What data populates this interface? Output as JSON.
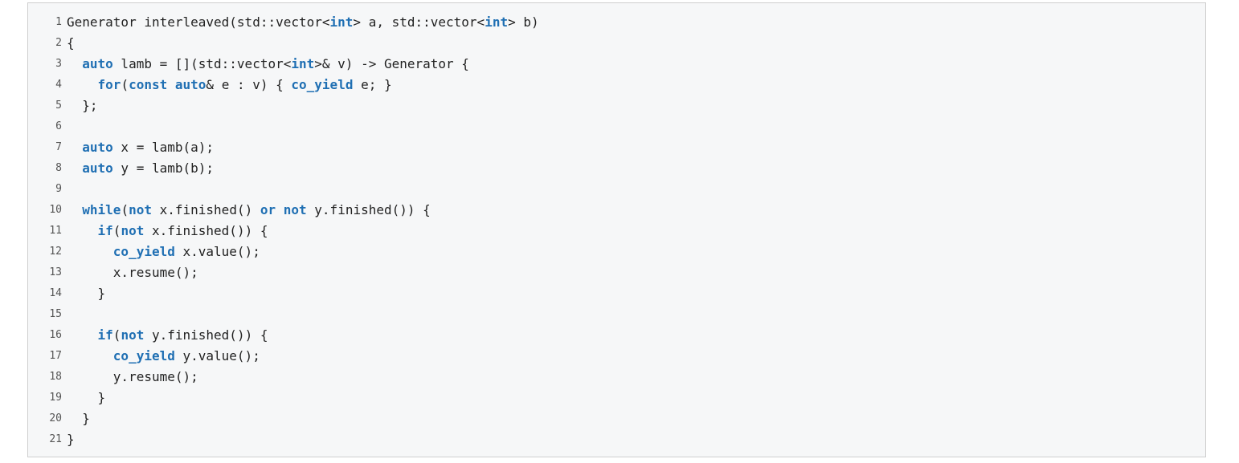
{
  "colors": {
    "panel_background": "#f6f7f8",
    "panel_border": "#cfcfcf",
    "keyword": "#1f6fb3",
    "text": "#222222",
    "line_number": "#555555"
  },
  "code": {
    "language": "cpp",
    "lines": [
      {
        "number": "1",
        "tokens": [
          {
            "t": "Generator interleaved(std::vector<",
            "k": false
          },
          {
            "t": "int",
            "k": true
          },
          {
            "t": "> a, std::vector<",
            "k": false
          },
          {
            "t": "int",
            "k": true
          },
          {
            "t": "> b)",
            "k": false
          }
        ]
      },
      {
        "number": "2",
        "tokens": [
          {
            "t": "{",
            "k": false
          }
        ]
      },
      {
        "number": "3",
        "tokens": [
          {
            "t": "  ",
            "k": false
          },
          {
            "t": "auto",
            "k": true
          },
          {
            "t": " lamb = [](std::vector<",
            "k": false
          },
          {
            "t": "int",
            "k": true
          },
          {
            "t": ">& v) -> Generator {",
            "k": false
          }
        ]
      },
      {
        "number": "4",
        "tokens": [
          {
            "t": "    ",
            "k": false
          },
          {
            "t": "for",
            "k": true
          },
          {
            "t": "(",
            "k": false
          },
          {
            "t": "const",
            "k": true
          },
          {
            "t": " ",
            "k": false
          },
          {
            "t": "auto",
            "k": true
          },
          {
            "t": "& e : v) { ",
            "k": false
          },
          {
            "t": "co_yield",
            "k": true
          },
          {
            "t": " e; }",
            "k": false
          }
        ]
      },
      {
        "number": "5",
        "tokens": [
          {
            "t": "  };",
            "k": false
          }
        ]
      },
      {
        "number": "6",
        "tokens": []
      },
      {
        "number": "7",
        "tokens": [
          {
            "t": "  ",
            "k": false
          },
          {
            "t": "auto",
            "k": true
          },
          {
            "t": " x = lamb(a);",
            "k": false
          }
        ]
      },
      {
        "number": "8",
        "tokens": [
          {
            "t": "  ",
            "k": false
          },
          {
            "t": "auto",
            "k": true
          },
          {
            "t": " y = lamb(b);",
            "k": false
          }
        ]
      },
      {
        "number": "9",
        "tokens": []
      },
      {
        "number": "10",
        "tokens": [
          {
            "t": "  ",
            "k": false
          },
          {
            "t": "while",
            "k": true
          },
          {
            "t": "(",
            "k": false
          },
          {
            "t": "not",
            "k": true
          },
          {
            "t": " x.finished() ",
            "k": false
          },
          {
            "t": "or",
            "k": true
          },
          {
            "t": " ",
            "k": false
          },
          {
            "t": "not",
            "k": true
          },
          {
            "t": " y.finished()) {",
            "k": false
          }
        ]
      },
      {
        "number": "11",
        "tokens": [
          {
            "t": "    ",
            "k": false
          },
          {
            "t": "if",
            "k": true
          },
          {
            "t": "(",
            "k": false
          },
          {
            "t": "not",
            "k": true
          },
          {
            "t": " x.finished()) {",
            "k": false
          }
        ]
      },
      {
        "number": "12",
        "tokens": [
          {
            "t": "      ",
            "k": false
          },
          {
            "t": "co_yield",
            "k": true
          },
          {
            "t": " x.value();",
            "k": false
          }
        ]
      },
      {
        "number": "13",
        "tokens": [
          {
            "t": "      x.resume();",
            "k": false
          }
        ]
      },
      {
        "number": "14",
        "tokens": [
          {
            "t": "    }",
            "k": false
          }
        ]
      },
      {
        "number": "15",
        "tokens": []
      },
      {
        "number": "16",
        "tokens": [
          {
            "t": "    ",
            "k": false
          },
          {
            "t": "if",
            "k": true
          },
          {
            "t": "(",
            "k": false
          },
          {
            "t": "not",
            "k": true
          },
          {
            "t": " y.finished()) {",
            "k": false
          }
        ]
      },
      {
        "number": "17",
        "tokens": [
          {
            "t": "      ",
            "k": false
          },
          {
            "t": "co_yield",
            "k": true
          },
          {
            "t": " y.value();",
            "k": false
          }
        ]
      },
      {
        "number": "18",
        "tokens": [
          {
            "t": "      y.resume();",
            "k": false
          }
        ]
      },
      {
        "number": "19",
        "tokens": [
          {
            "t": "    }",
            "k": false
          }
        ]
      },
      {
        "number": "20",
        "tokens": [
          {
            "t": "  }",
            "k": false
          }
        ]
      },
      {
        "number": "21",
        "tokens": [
          {
            "t": "}",
            "k": false
          }
        ]
      }
    ]
  }
}
